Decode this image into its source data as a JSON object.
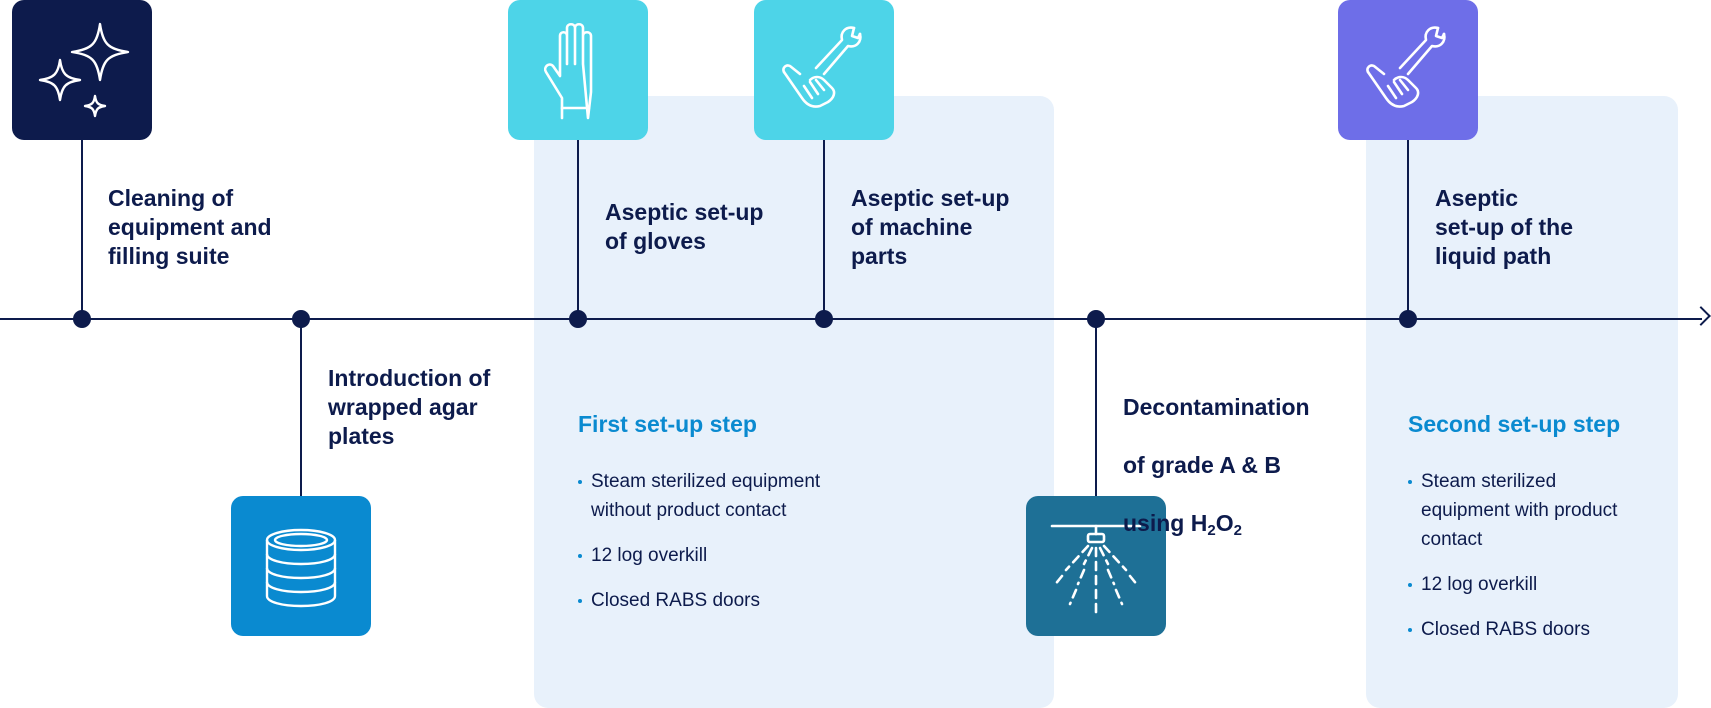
{
  "colors": {
    "navy": "#0d1b4c",
    "cyan": "#4dd4e8",
    "blue": "#0a8ad0",
    "teal": "#1e7096",
    "violet": "#6e6ee8",
    "panel": "#e8f1fb"
  },
  "steps": [
    {
      "icon": "sparkles-icon",
      "label": "Cleaning of\nequipment and\nfilling suite"
    },
    {
      "icon": "agar-plates-icon",
      "label": "Introduction of\nwrapped agar\nplates"
    },
    {
      "icon": "glove-icon",
      "label": "Aseptic set-up\nof gloves"
    },
    {
      "icon": "hand-wrench-icon",
      "label": "Aseptic set-up\nof machine\nparts"
    },
    {
      "icon": "spray-nozzle-icon",
      "label_lines": [
        "Decontamination",
        "of grade A & B"
      ],
      "label_last_prefix": "using H",
      "label_last_sub1": "2",
      "label_last_mid": "O",
      "label_last_sub2": "2"
    },
    {
      "icon": "hand-wrench-icon",
      "label": "Aseptic\nset-up of the\nliquid path"
    }
  ],
  "phases": [
    {
      "title": "First set-up step",
      "bullets": [
        "Steam sterilized equipment\nwithout product contact",
        "12 log overkill",
        "Closed RABS doors"
      ]
    },
    {
      "title": "Second set-up step",
      "bullets": [
        "Steam sterilized\nequipment with product\ncontact",
        "12 log overkill",
        "Closed RABS doors"
      ]
    }
  ]
}
